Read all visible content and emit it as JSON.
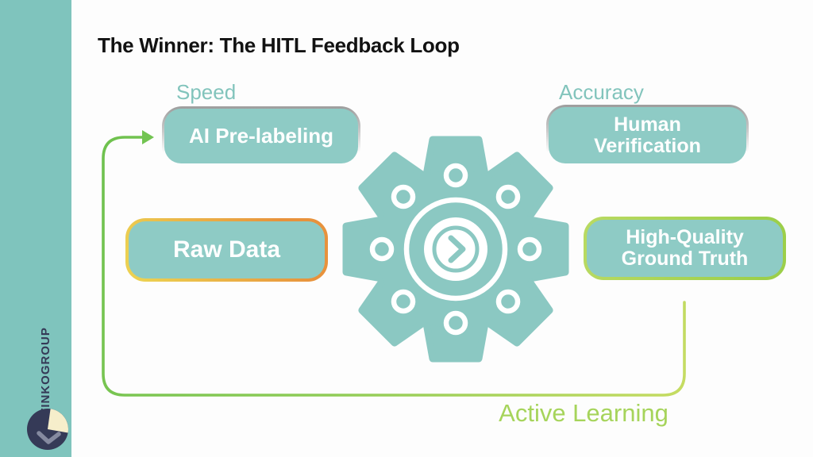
{
  "title": "The Winner: The HITL Feedback Loop",
  "sidebar": {
    "brand": "TINKOGROUP",
    "logo_icon": "tinkogroup-pie-logo"
  },
  "annotations": {
    "speed": "Speed",
    "accuracy": "Accuracy",
    "active_learning": "Active Learning"
  },
  "nodes": {
    "ai_prelabeling": {
      "label": "AI Pre-labeling"
    },
    "human_verification": {
      "line1": "Human",
      "line2": "Verification"
    },
    "raw_data": {
      "label": "Raw Data"
    },
    "ground_truth": {
      "line1": "High-Quality",
      "line2": "Ground Truth"
    }
  },
  "center_icon": "gear-with-chevron",
  "colors": {
    "sidebar_teal": "#7fc4bd",
    "node_teal": "#8ecbc5",
    "annotation_teal": "#82c4bc",
    "arrow_green": "#6fc24f",
    "loop_yellow_green": "#c6dc62",
    "active_learning_green": "#a6d45b",
    "raw_data_border_orange": "#e8923c",
    "raw_data_border_yellow": "#ecd051",
    "ground_truth_border_green": "#a9d457",
    "brand_navy": "#353a57",
    "logo_cream": "#f6eecb",
    "title_black": "#121212"
  }
}
